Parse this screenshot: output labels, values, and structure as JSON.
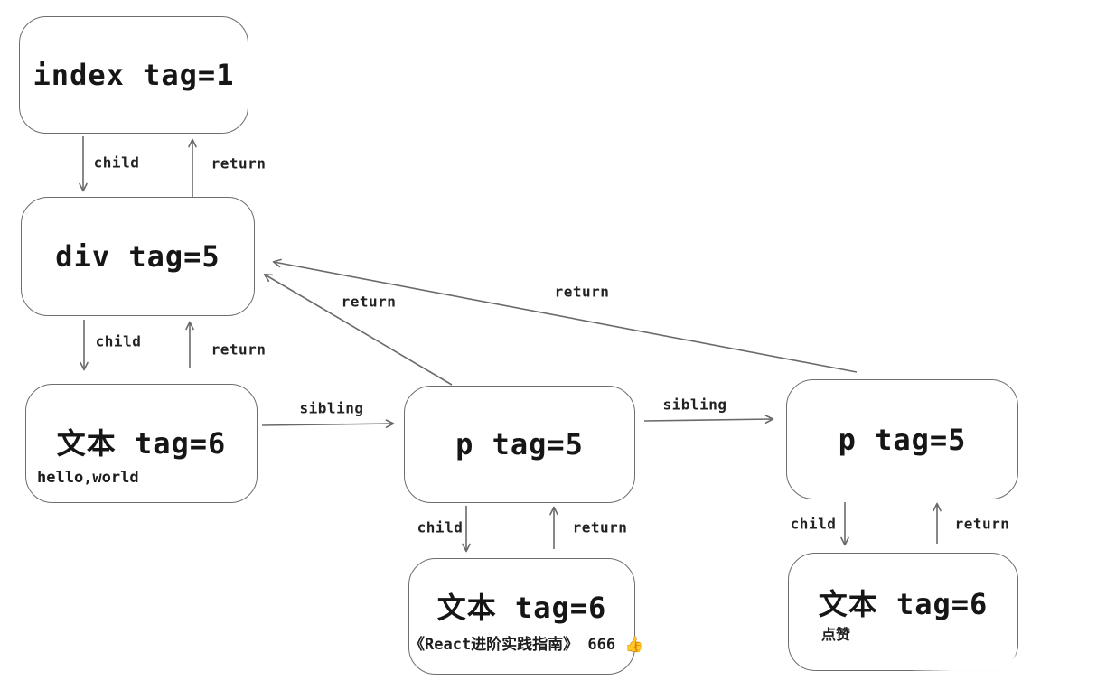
{
  "diagram": {
    "description": "fiber-tree-diagram",
    "colors": {
      "background": "#ffffff",
      "node_border": "#6d6d6d",
      "arrow": "#6a6a6a",
      "text": "#161616"
    },
    "nodes": [
      {
        "id": "index",
        "title": "index tag=1",
        "subtitle": ""
      },
      {
        "id": "div",
        "title": "div tag=5",
        "subtitle": ""
      },
      {
        "id": "text-hello",
        "title": "文本 tag=6",
        "subtitle": "hello,world"
      },
      {
        "id": "p-first",
        "title": "p tag=5",
        "subtitle": ""
      },
      {
        "id": "p-second",
        "title": "p tag=5",
        "subtitle": ""
      },
      {
        "id": "text-react",
        "title": "文本 tag=6",
        "subtitle": "《React进阶实践指南》 666 👍"
      },
      {
        "id": "text-like",
        "title": "文本 tag=6",
        "subtitle": "点赞"
      }
    ],
    "edges": [
      {
        "from": "index",
        "to": "div",
        "label": "child"
      },
      {
        "from": "div",
        "to": "index",
        "label": "return"
      },
      {
        "from": "div",
        "to": "text-hello",
        "label": "child"
      },
      {
        "from": "text-hello",
        "to": "div",
        "label": "return"
      },
      {
        "from": "text-hello",
        "to": "p-first",
        "label": "sibling"
      },
      {
        "from": "p-first",
        "to": "div",
        "label": "return"
      },
      {
        "from": "p-first",
        "to": "p-second",
        "label": "sibling"
      },
      {
        "from": "p-second",
        "to": "div",
        "label": "return"
      },
      {
        "from": "p-first",
        "to": "text-react",
        "label": "child"
      },
      {
        "from": "text-react",
        "to": "p-first",
        "label": "return"
      },
      {
        "from": "p-second",
        "to": "text-like",
        "label": "child"
      },
      {
        "from": "text-like",
        "to": "p-second",
        "label": "return"
      }
    ]
  }
}
